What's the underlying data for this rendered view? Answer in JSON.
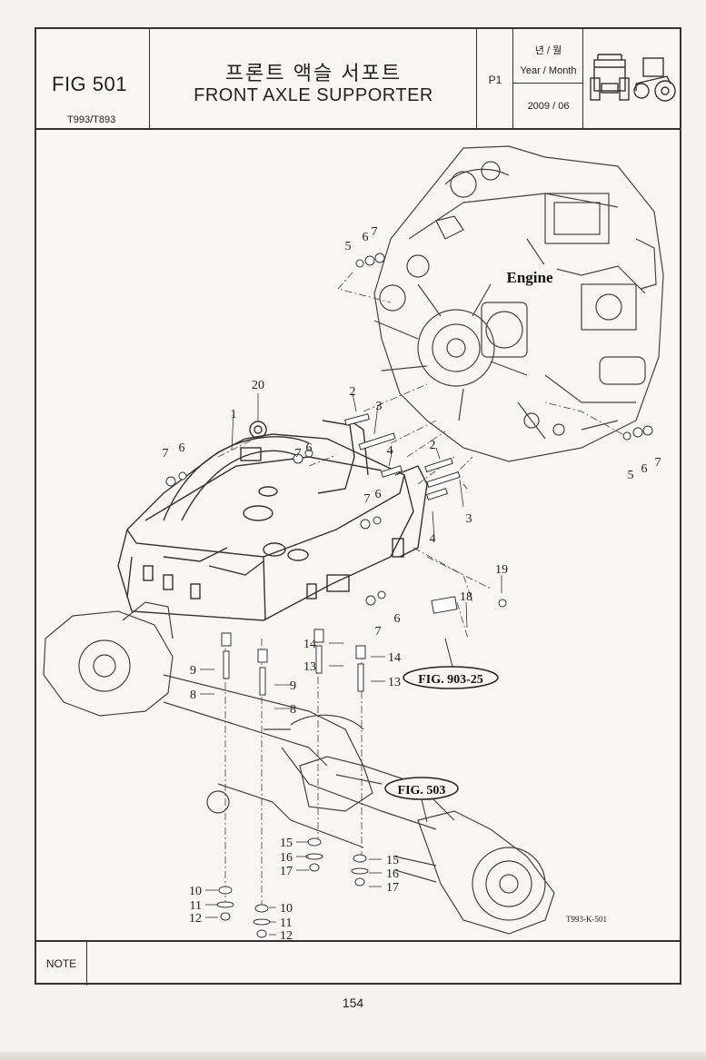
{
  "header": {
    "fig_number": "FIG 501",
    "model": "T993/T893",
    "title_korean": "프론트 액슬 서포트",
    "title_english": "FRONT AXLE  SUPPORTER",
    "page_code": "P1",
    "date_label_korean": "년 / 월",
    "date_label": "Year / Month",
    "date_value": "2009 / 06",
    "icon": "tractor-icon"
  },
  "drawing": {
    "engine_label": "Engine",
    "ref_fig_1": "FIG. 903-25",
    "ref_fig_2": "FIG. 503",
    "drawing_code": "T993-K-501",
    "callouts": {
      "c1": "1",
      "c2a": "2",
      "c2b": "2",
      "c3a": "3",
      "c3b": "3",
      "c4a": "4",
      "c4b": "4",
      "c5a": "5",
      "c5b": "5",
      "c6a": "6",
      "c6b": "6",
      "c6c": "6",
      "c6d": "6",
      "c6e": "6",
      "c6f": "6",
      "c7a": "7",
      "c7b": "7",
      "c7c": "7",
      "c7d": "7",
      "c7e": "7",
      "c7f": "7",
      "c8a": "8",
      "c8b": "8",
      "c9a": "9",
      "c9b": "9",
      "c10a": "10",
      "c10b": "10",
      "c11a": "11",
      "c11b": "11",
      "c12a": "12",
      "c12b": "12",
      "c13a": "13",
      "c13b": "13",
      "c14a": "14",
      "c14b": "14",
      "c15a": "15",
      "c15b": "15",
      "c16a": "16",
      "c16b": "16",
      "c17a": "17",
      "c17b": "17",
      "c18": "18",
      "c19": "19",
      "c20": "20"
    }
  },
  "footer": {
    "note_label": "NOTE",
    "note_text": "",
    "page_number": "154"
  }
}
